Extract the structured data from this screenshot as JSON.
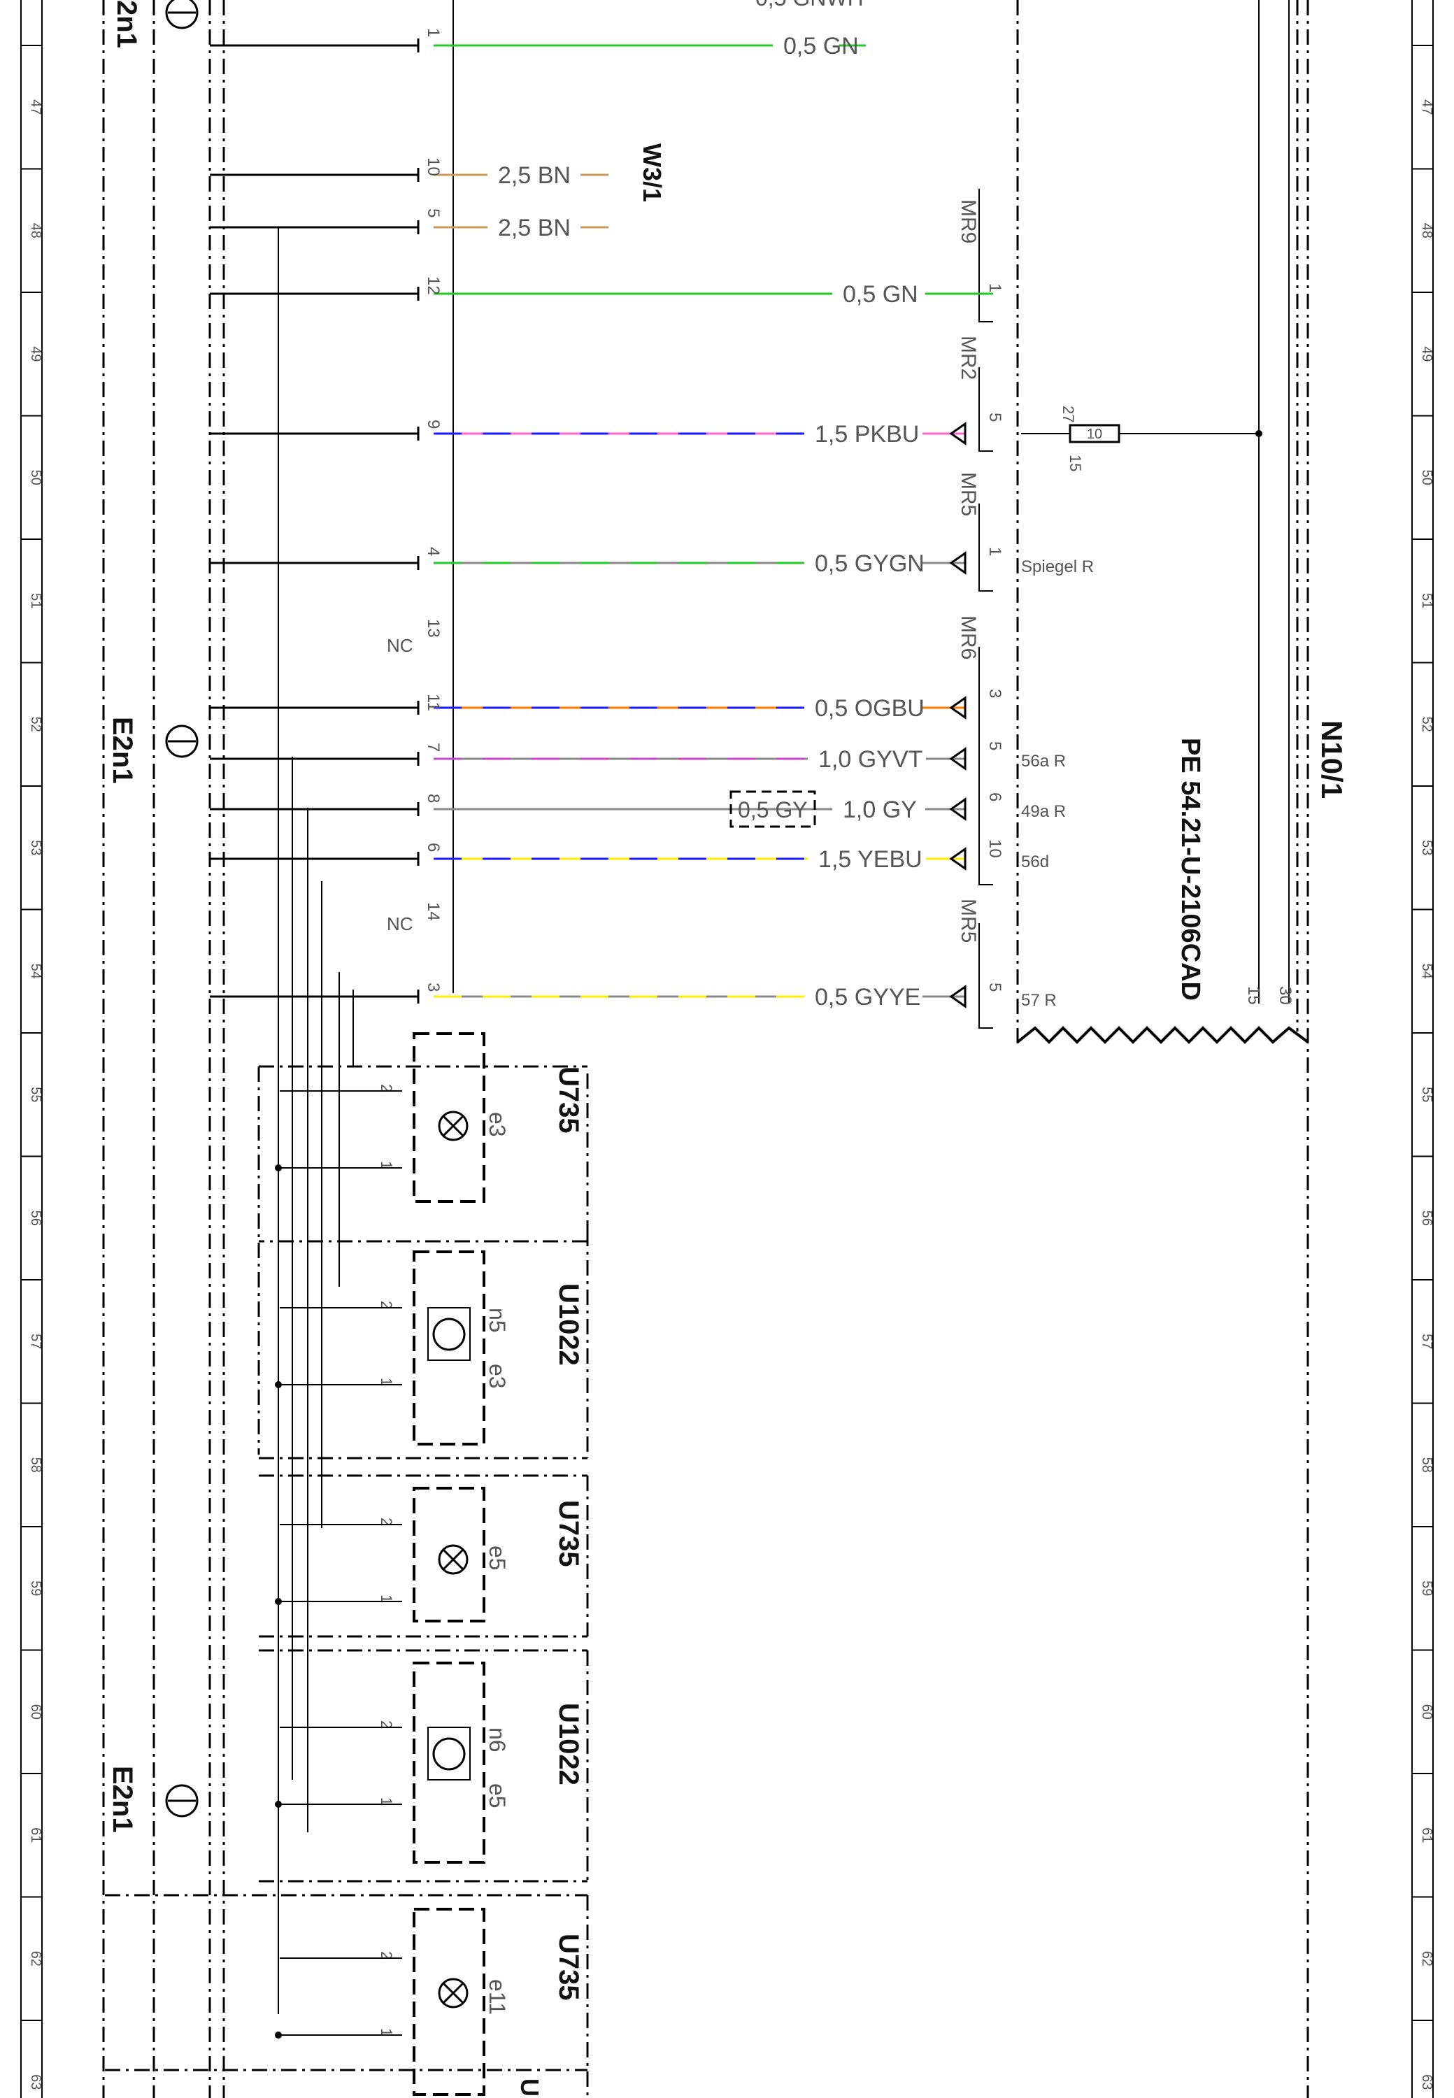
{
  "ruler": {
    "numbers": [
      "47",
      "48",
      "49",
      "50",
      "51",
      "52",
      "53",
      "54",
      "55",
      "56",
      "57",
      "58",
      "59",
      "60",
      "61",
      "62",
      "63"
    ]
  },
  "labels": {
    "e2n1": "E2n1",
    "e2n1_partial": "2n1",
    "w3": "W3/1",
    "n10": "N10/1",
    "pe_ref": "PE 54.21-U-2106CAD",
    "nc": "NC",
    "fuse_value": "10",
    "fuse_in": "27",
    "fuse_out": "15",
    "term15": "15",
    "term30": "30",
    "top_partial": "0,5 GNWH"
  },
  "pins": [
    "1",
    "10",
    "5",
    "12",
    "9",
    "4",
    "13",
    "11",
    "7",
    "8",
    "6",
    "14",
    "3"
  ],
  "wires": [
    {
      "label": "0,5 GN",
      "color": "green"
    },
    {
      "label": "2,5 BN",
      "color": "brown"
    },
    {
      "label": "2,5 BN",
      "color": "brown"
    },
    {
      "label": "0,5 GN",
      "color": "green"
    },
    {
      "label": "1,5 PKBU",
      "color": "pink/blue"
    },
    {
      "label": "0,5 GYGN",
      "color": "grey/green"
    },
    {
      "label": "0,5 OGBU",
      "color": "orange/blue"
    },
    {
      "label": "1,0 GYVT",
      "color": "grey/violet"
    },
    {
      "label": "1,0 GY",
      "color": "grey",
      "alt": "0,5 GY"
    },
    {
      "label": "1,5 YEBU",
      "color": "yellow/blue"
    },
    {
      "label": "0,5 GYYE",
      "color": "grey/yellow"
    }
  ],
  "connectors": [
    "MR9",
    "MR2",
    "MR5",
    "MR6",
    "MR5"
  ],
  "connector_pins": [
    "1",
    "5",
    "1",
    "3",
    "5",
    "6",
    "10",
    "5"
  ],
  "terminals": [
    "Spiegel R",
    "56a R",
    "49a R",
    "56d",
    "57 R"
  ],
  "components": [
    {
      "module": "U735",
      "device": "e3"
    },
    {
      "module": "U1022",
      "device": "n5",
      "device2": "e3"
    },
    {
      "module": "U735",
      "device": "e5"
    },
    {
      "module": "U1022",
      "device": "n6",
      "device2": "e5"
    },
    {
      "module": "U735",
      "device": "e11"
    }
  ],
  "component_pins": [
    "2",
    "1"
  ],
  "bottom_partial": "U"
}
